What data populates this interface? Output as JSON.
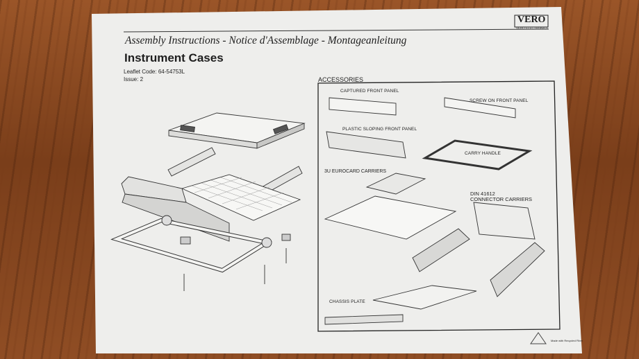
{
  "brand": {
    "logo": "VERO",
    "sub": "VERO ELECTRONICS"
  },
  "header": {
    "title": "Assembly Instructions - Notice d'Assemblage - Montageanleitung",
    "doc_title": "Instrument Cases",
    "leaflet_code": "Leaflet Code: 64-54753L",
    "issue": "Issue: 2"
  },
  "accessories": {
    "heading": "ACCESSORIES",
    "captured_front_panel": "CAPTURED FRONT PANEL",
    "screw_on_front_panel": "SCREW ON FRONT PANEL",
    "plastic_sloping_front_panel": "PLASTIC SLOPING FRONT PANEL",
    "carry_handle": "CARRY HANDLE",
    "eurocard_carriers": "3U EUROCARD CARRIERS",
    "din_line1": "DIN 41612",
    "din_line2": "CONNECTOR CARRIERS",
    "chassis_plate": "CHASSIS PLATE"
  },
  "footer": {
    "recycled": "Made with Recycled Fibre"
  },
  "colors": {
    "paper": "#eeeeec",
    "ink": "#1e1e1e",
    "wood": "#8a4a22"
  }
}
